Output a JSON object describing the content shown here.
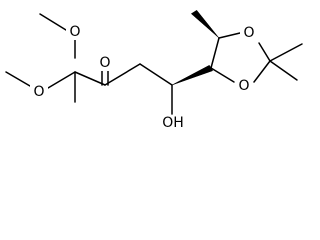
{
  "figure": {
    "background": "#ffffff",
    "bond_color": "#000000"
  },
  "atoms": {
    "o_methoxy_upper": "O",
    "o_methoxy_lower": "O",
    "o_ketone": "O",
    "o_ring_upper": "O",
    "o_ring_lower": "O",
    "o_hydroxyl": "OH"
  }
}
